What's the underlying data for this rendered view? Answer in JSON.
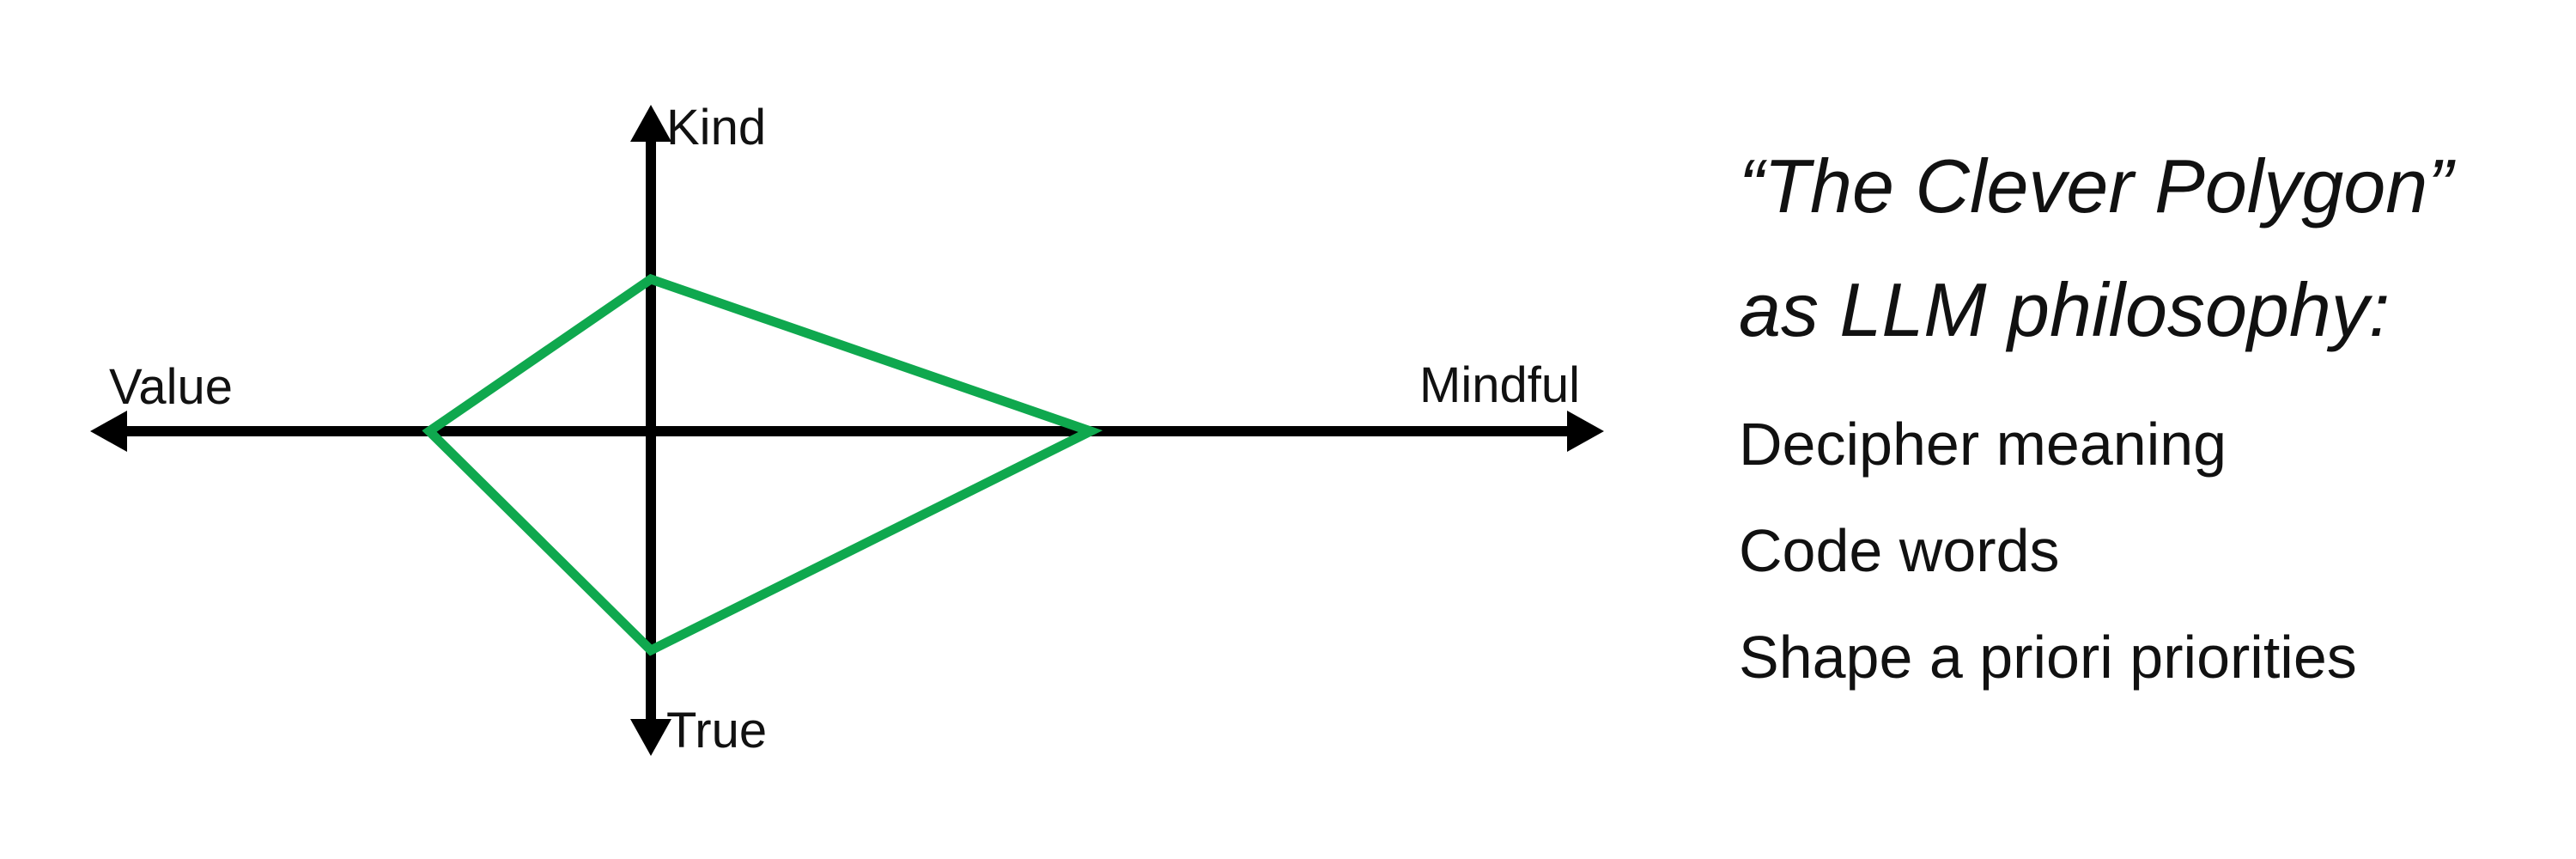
{
  "diagram": {
    "axes": {
      "left_label": "Value",
      "right_label": "Mindful",
      "top_label": "Kind",
      "bottom_label": "True"
    },
    "polygon": {
      "color": "#0fa84e",
      "description_vertices": [
        "Value",
        "Kind",
        "Mindful",
        "True"
      ]
    },
    "axis_color": "#000000"
  },
  "panel": {
    "title_line1": "“The Clever Polygon”",
    "title_line2": "as LLM philosophy:",
    "items": [
      "Decipher meaning",
      "Code words",
      "Shape a priori priorities"
    ]
  }
}
